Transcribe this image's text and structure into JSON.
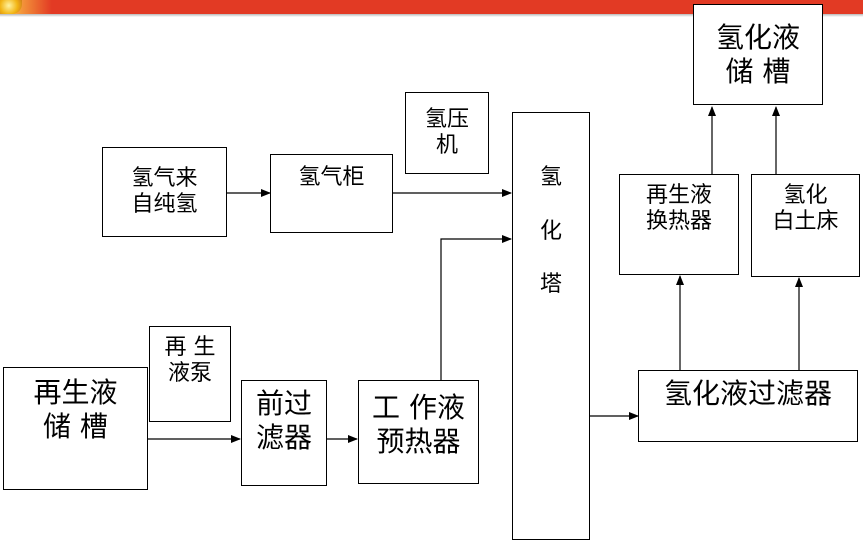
{
  "boxes": {
    "hydrogen_source": "氢气来\n自纯氢",
    "gas_holder": "氢气柜",
    "compressor": "氢压\n机",
    "tower": "氢\n\n化\n\n塔",
    "hydrogenated_storage": "氢化液\n储 槽",
    "regen_heat_exchanger": "再生液\n换热器",
    "clay_bed": "氢化\n白土床",
    "hydrogenated_filter": "氢化液过滤器",
    "regen_storage": "再生液\n储 槽",
    "regen_pump": "再 生\n液泵",
    "prefilter": "前过\n滤器",
    "working_preheater": "工 作液\n预热器"
  },
  "colors": {
    "banner": "#e23a24",
    "line": "#000000"
  }
}
